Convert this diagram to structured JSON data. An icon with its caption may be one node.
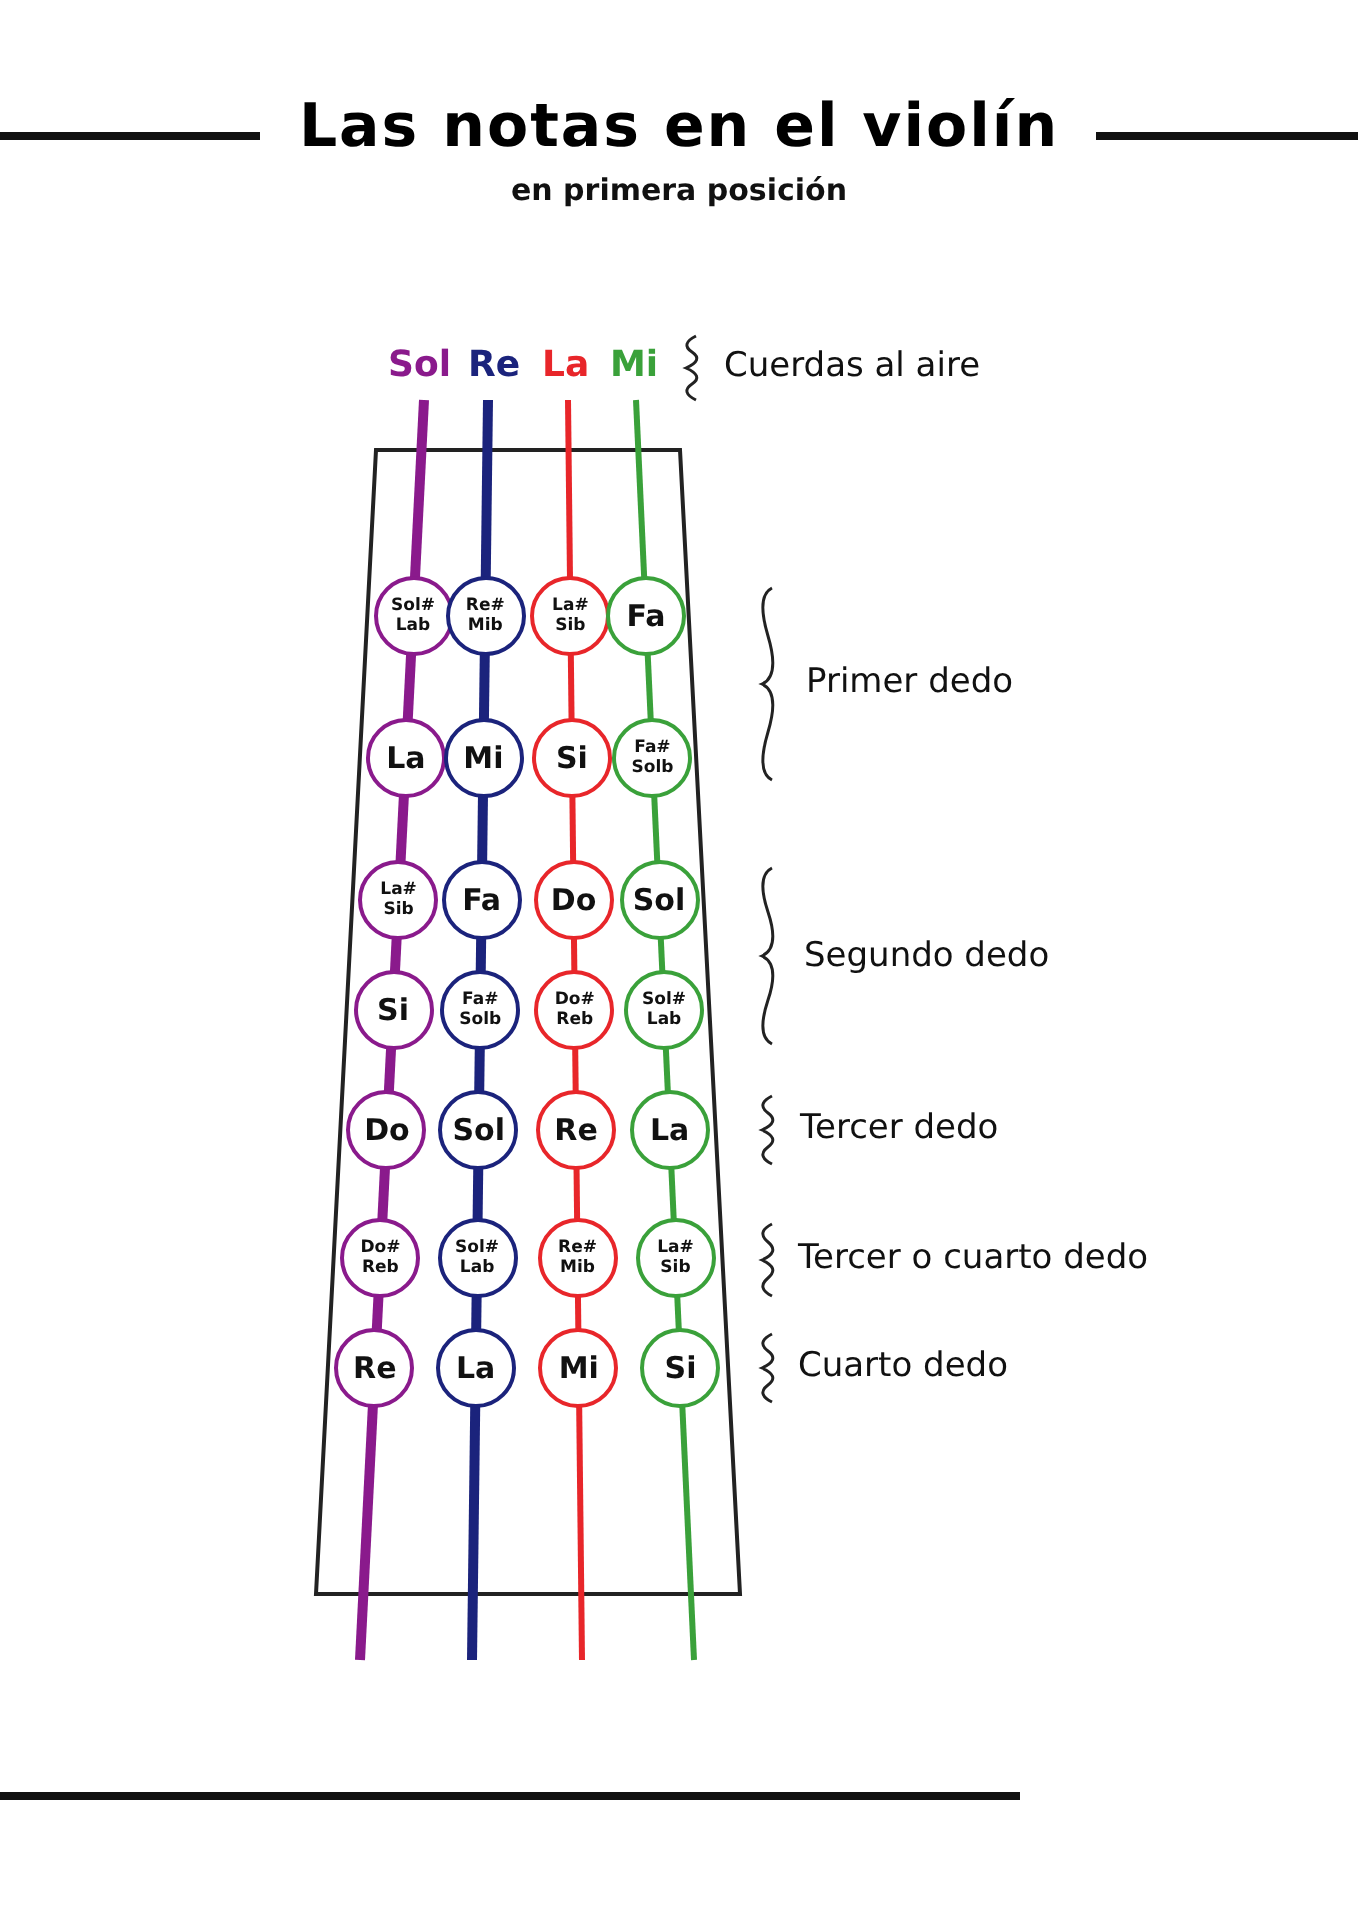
{
  "diagram": {
    "title": "Las notas en el violín",
    "nodes": [
      {
        "text": [
          "Sol#",
          "Lab"
        ]
      },
      {
        "text": [
          "Re#",
          "Mib"
        ]
      },
      {
        "text": [
          "La#",
          "Sib"
        ]
      },
      {
        "text": [
          "Fa"
        ]
      },
      {
        "text": [
          "La"
        ]
      },
      {
        "text": [
          "Mi"
        ]
      },
      {
        "text": [
          "Si"
        ]
      },
      {
        "text": [
          "Fa#",
          "Solb"
        ]
      },
      {
        "text": [
          "La#",
          "Sib"
        ]
      },
      {
        "text": [
          "Fa"
        ]
      },
      {
        "text": [
          "Do"
        ]
      },
      {
        "text": [
          "Sol"
        ]
      },
      {
        "text": [
          "Si"
        ]
      },
      {
        "text": [
          "Fa#",
          "Solb"
        ]
      },
      {
        "text": [
          "Do#",
          "Reb"
        ]
      },
      {
        "text": [
          "Sol#",
          "Lab"
        ]
      },
      {
        "text": [
          "Do"
        ]
      },
      {
        "text": [
          "Sol"
        ]
      },
      {
        "text": [
          "Re"
        ]
      },
      {
        "text": [
          "La"
        ]
      },
      {
        "text": [
          "Do#",
          "Reb"
        ]
      },
      {
        "text": [
          "Sol#",
          "Lab"
        ]
      },
      {
        "text": [
          "Re#",
          "Mib"
        ]
      },
      {
        "text": [
          "La#",
          "Sib"
        ]
      },
      {
        "text": [
          "Re"
        ]
      },
      {
        "text": [
          "La"
        ]
      },
      {
        "text": [
          "Mi"
        ]
      },
      {
        "text": [
          "Si"
        ]
      }
    ],
    "labels": [
      "en primera posición",
      "Sol",
      "Re",
      "La",
      "Mi",
      "Cuerdas al aire",
      "Primer dedo",
      "Segundo dedo",
      "Tercer dedo",
      "Tercer o cuarto dedo",
      "Cuarto dedo"
    ]
  }
}
